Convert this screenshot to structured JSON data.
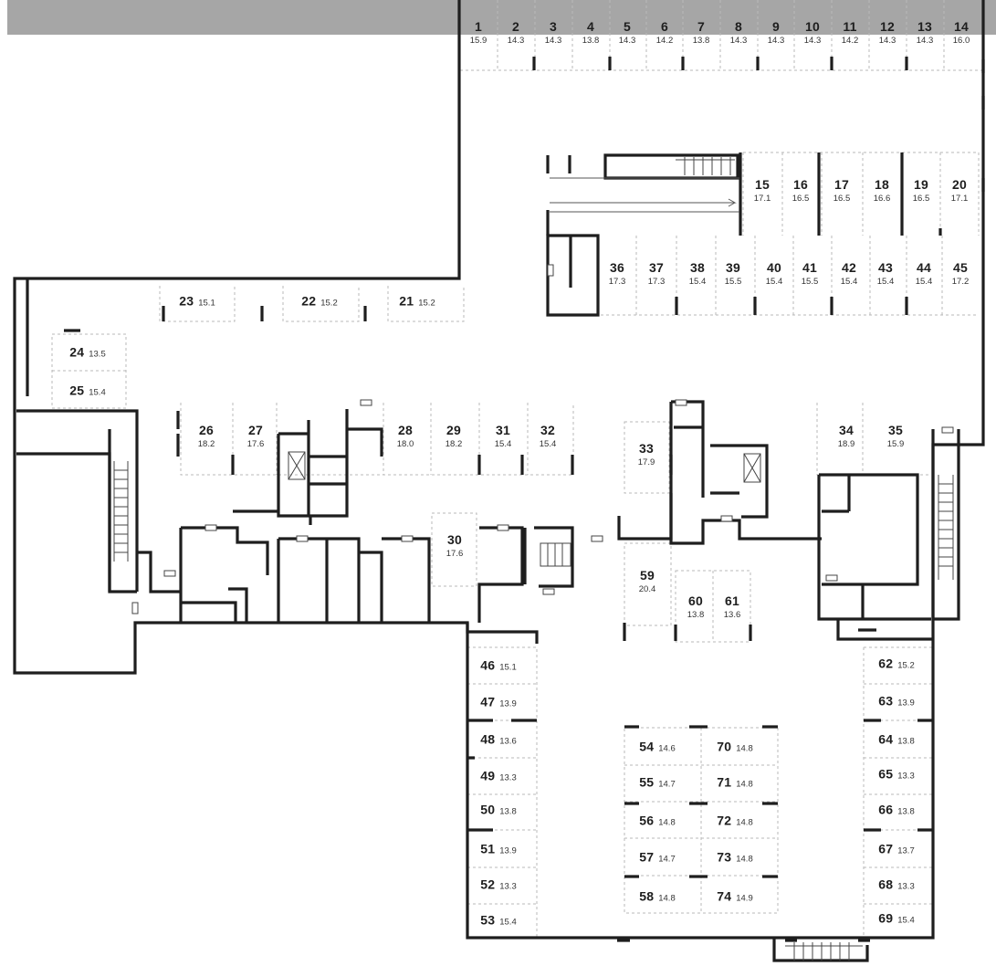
{
  "colors": {
    "wall": "#1e1e1e",
    "dashed": "#b9b9b9",
    "topbar": "#a6a6a6",
    "text": "#1e1e1e"
  },
  "spaces": [
    {
      "id": "s1",
      "number": "1",
      "area": "15.9"
    },
    {
      "id": "s2",
      "number": "2",
      "area": "14.3"
    },
    {
      "id": "s3",
      "number": "3",
      "area": "14.3"
    },
    {
      "id": "s4",
      "number": "4",
      "area": "13.8"
    },
    {
      "id": "s5",
      "number": "5",
      "area": "14.3"
    },
    {
      "id": "s6",
      "number": "6",
      "area": "14.2"
    },
    {
      "id": "s7",
      "number": "7",
      "area": "13.8"
    },
    {
      "id": "s8",
      "number": "8",
      "area": "14.3"
    },
    {
      "id": "s9",
      "number": "9",
      "area": "14.3"
    },
    {
      "id": "s10",
      "number": "10",
      "area": "14.3"
    },
    {
      "id": "s11",
      "number": "11",
      "area": "14.2"
    },
    {
      "id": "s12",
      "number": "12",
      "area": "14.3"
    },
    {
      "id": "s13",
      "number": "13",
      "area": "14.3"
    },
    {
      "id": "s14",
      "number": "14",
      "area": "16.0"
    },
    {
      "id": "s15",
      "number": "15",
      "area": "17.1"
    },
    {
      "id": "s16",
      "number": "16",
      "area": "16.5"
    },
    {
      "id": "s17",
      "number": "17",
      "area": "16.5"
    },
    {
      "id": "s18",
      "number": "18",
      "area": "16.6"
    },
    {
      "id": "s19",
      "number": "19",
      "area": "16.5"
    },
    {
      "id": "s20",
      "number": "20",
      "area": "17.1"
    },
    {
      "id": "s21",
      "number": "21",
      "area": "15.2"
    },
    {
      "id": "s22",
      "number": "22",
      "area": "15.2"
    },
    {
      "id": "s23",
      "number": "23",
      "area": "15.1"
    },
    {
      "id": "s24",
      "number": "24",
      "area": "13.5"
    },
    {
      "id": "s25",
      "number": "25",
      "area": "15.4"
    },
    {
      "id": "s26",
      "number": "26",
      "area": "18.2"
    },
    {
      "id": "s27",
      "number": "27",
      "area": "17.6"
    },
    {
      "id": "s28",
      "number": "28",
      "area": "18.0"
    },
    {
      "id": "s29",
      "number": "29",
      "area": "18.2"
    },
    {
      "id": "s30",
      "number": "30",
      "area": "17.6"
    },
    {
      "id": "s31",
      "number": "31",
      "area": "15.4"
    },
    {
      "id": "s32",
      "number": "32",
      "area": "15.4"
    },
    {
      "id": "s33",
      "number": "33",
      "area": "17.9"
    },
    {
      "id": "s34",
      "number": "34",
      "area": "18.9"
    },
    {
      "id": "s35",
      "number": "35",
      "area": "15.9"
    },
    {
      "id": "s36",
      "number": "36",
      "area": "17.3"
    },
    {
      "id": "s37",
      "number": "37",
      "area": "17.3"
    },
    {
      "id": "s38",
      "number": "38",
      "area": "15.4"
    },
    {
      "id": "s39",
      "number": "39",
      "area": "15.5"
    },
    {
      "id": "s40",
      "number": "40",
      "area": "15.4"
    },
    {
      "id": "s41",
      "number": "41",
      "area": "15.5"
    },
    {
      "id": "s42",
      "number": "42",
      "area": "15.4"
    },
    {
      "id": "s43",
      "number": "43",
      "area": "15.4"
    },
    {
      "id": "s44",
      "number": "44",
      "area": "15.4"
    },
    {
      "id": "s45",
      "number": "45",
      "area": "17.2"
    },
    {
      "id": "s46",
      "number": "46",
      "area": "15.1"
    },
    {
      "id": "s47",
      "number": "47",
      "area": "13.9"
    },
    {
      "id": "s48",
      "number": "48",
      "area": "13.6"
    },
    {
      "id": "s49",
      "number": "49",
      "area": "13.3"
    },
    {
      "id": "s50",
      "number": "50",
      "area": "13.8"
    },
    {
      "id": "s51",
      "number": "51",
      "area": "13.9"
    },
    {
      "id": "s52",
      "number": "52",
      "area": "13.3"
    },
    {
      "id": "s53",
      "number": "53",
      "area": "15.4"
    },
    {
      "id": "s54",
      "number": "54",
      "area": "14.6"
    },
    {
      "id": "s55",
      "number": "55",
      "area": "14.7"
    },
    {
      "id": "s56",
      "number": "56",
      "area": "14.8"
    },
    {
      "id": "s57",
      "number": "57",
      "area": "14.7"
    },
    {
      "id": "s58",
      "number": "58",
      "area": "14.8"
    },
    {
      "id": "s59",
      "number": "59",
      "area": "20.4"
    },
    {
      "id": "s60",
      "number": "60",
      "area": "13.8"
    },
    {
      "id": "s61",
      "number": "61",
      "area": "13.6"
    },
    {
      "id": "s62",
      "number": "62",
      "area": "15.2"
    },
    {
      "id": "s63",
      "number": "63",
      "area": "13.9"
    },
    {
      "id": "s64",
      "number": "64",
      "area": "13.8"
    },
    {
      "id": "s65",
      "number": "65",
      "area": "13.3"
    },
    {
      "id": "s66",
      "number": "66",
      "area": "13.8"
    },
    {
      "id": "s67",
      "number": "67",
      "area": "13.7"
    },
    {
      "id": "s68",
      "number": "68",
      "area": "13.3"
    },
    {
      "id": "s69",
      "number": "69",
      "area": "15.4"
    },
    {
      "id": "s70",
      "number": "70",
      "area": "14.8"
    },
    {
      "id": "s71",
      "number": "71",
      "area": "14.8"
    },
    {
      "id": "s72",
      "number": "72",
      "area": "14.8"
    },
    {
      "id": "s73",
      "number": "73",
      "area": "14.8"
    },
    {
      "id": "s74",
      "number": "74",
      "area": "14.9"
    }
  ]
}
